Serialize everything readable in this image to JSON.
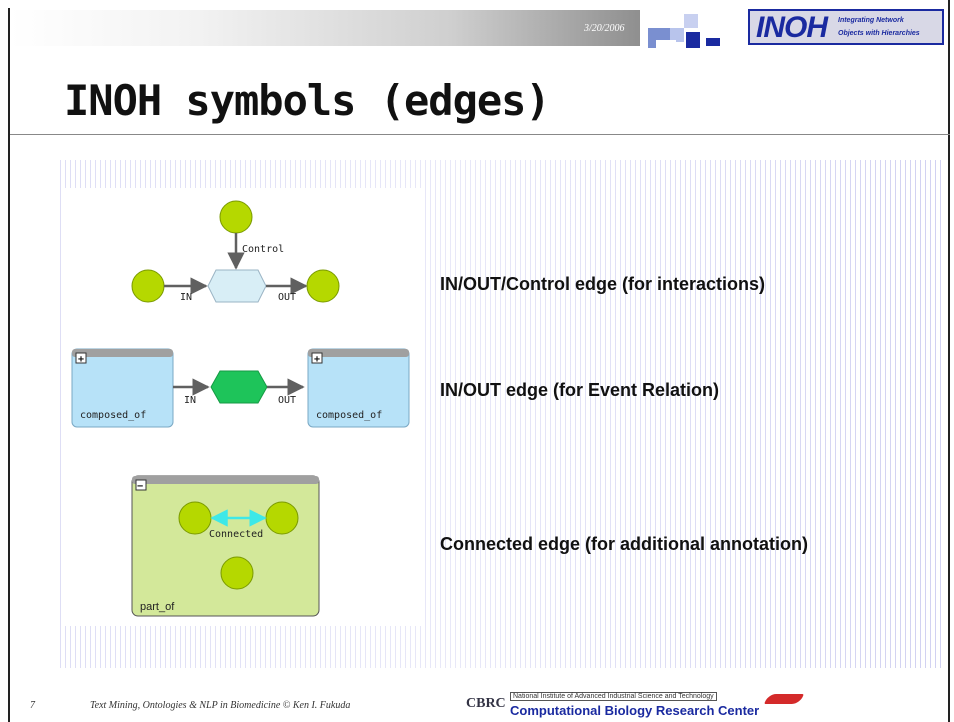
{
  "header": {
    "date": "3/20/2006",
    "logo_text": "INOH",
    "logo_tagline_1": "Integrating Network",
    "logo_tagline_2": "Objects with Hierarchies"
  },
  "title": "INOH symbols (edges)",
  "diagram1": {
    "control_label": "Control",
    "in_label": "IN",
    "out_label": "OUT"
  },
  "diagram2": {
    "in_label": "IN",
    "out_label": "OUT",
    "left_box_label": "composed_of",
    "right_box_label": "composed_of",
    "expand_symbol": "+"
  },
  "diagram3": {
    "connected_label": "Connected",
    "box_label": "part_of",
    "collapse_symbol": "−"
  },
  "descriptions": {
    "edge1": "IN/OUT/Control edge (for interactions)",
    "edge2": "IN/OUT edge (for Event Relation)",
    "edge3": "Connected edge (for additional annotation)"
  },
  "footer": {
    "page_number": "7",
    "text": "Text Mining, Ontologies & NLP in Biomedicine © Ken I. Fukuda",
    "cbrc_mark": "CBRC",
    "institute": "National Institute of Advanced Industrial Science and Technology",
    "center": "Computational Biology Research Center"
  },
  "colors": {
    "node_green": "#b5d800",
    "process_cyan": "#d8eef6",
    "event_green": "#1ec45a",
    "box_blue": "#b7e2f8",
    "box_lightgreen": "#d3e89a",
    "connected_edge": "#3ee8e8"
  }
}
